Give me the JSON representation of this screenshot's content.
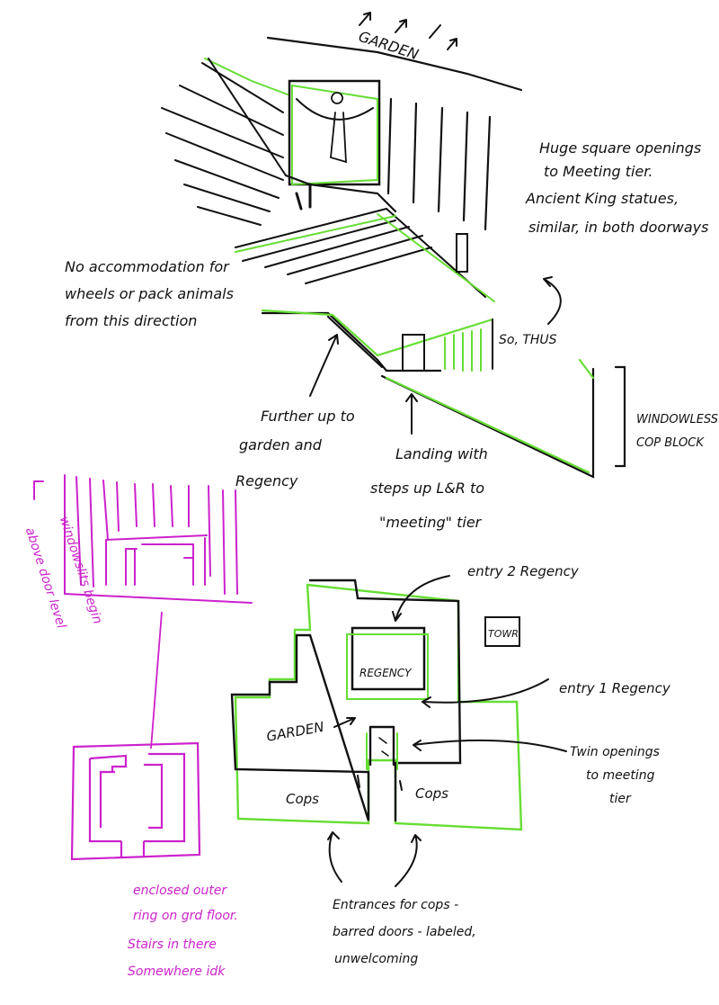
{
  "colors": {
    "ink": "#111111",
    "green": "#66dd33",
    "magenta": "#cc22cc",
    "paper": "#ffffff"
  },
  "labels": {
    "garden_top": "GARDEN",
    "huge_openings": [
      "Huge square openings",
      "to Meeting tier.",
      "Ancient King statues,",
      "similar, in both doorways"
    ],
    "no_accommodation": [
      "No accommodation for",
      "wheels or pack animals",
      "from this direction"
    ],
    "so_thus": "So, THUS",
    "further_up": [
      "Further up to",
      "garden and",
      "Regency"
    ],
    "landing": [
      "Landing with",
      "steps up L&R to",
      "\"meeting\" tier"
    ],
    "windowless": [
      "WINDOWLESS",
      "COP BLOCK"
    ],
    "windowslits": [
      "windowslits begin",
      "above door level"
    ],
    "entry2": "entry 2 Regency",
    "tower": "TOWR",
    "regency": "REGENCY",
    "entry1": "entry 1 Regency",
    "garden_plan": "GARDEN",
    "twin_openings": [
      "Twin openings",
      "to meeting",
      "tier"
    ],
    "cops_left": "Cops",
    "cops_right": "Cops",
    "entrances": [
      "Entrances for cops -",
      "barred doors - labeled,",
      "unwelcoming"
    ],
    "enclosed": [
      "enclosed outer",
      "ring on grd floor.",
      "Stairs in there",
      "Somewhere idk"
    ]
  }
}
